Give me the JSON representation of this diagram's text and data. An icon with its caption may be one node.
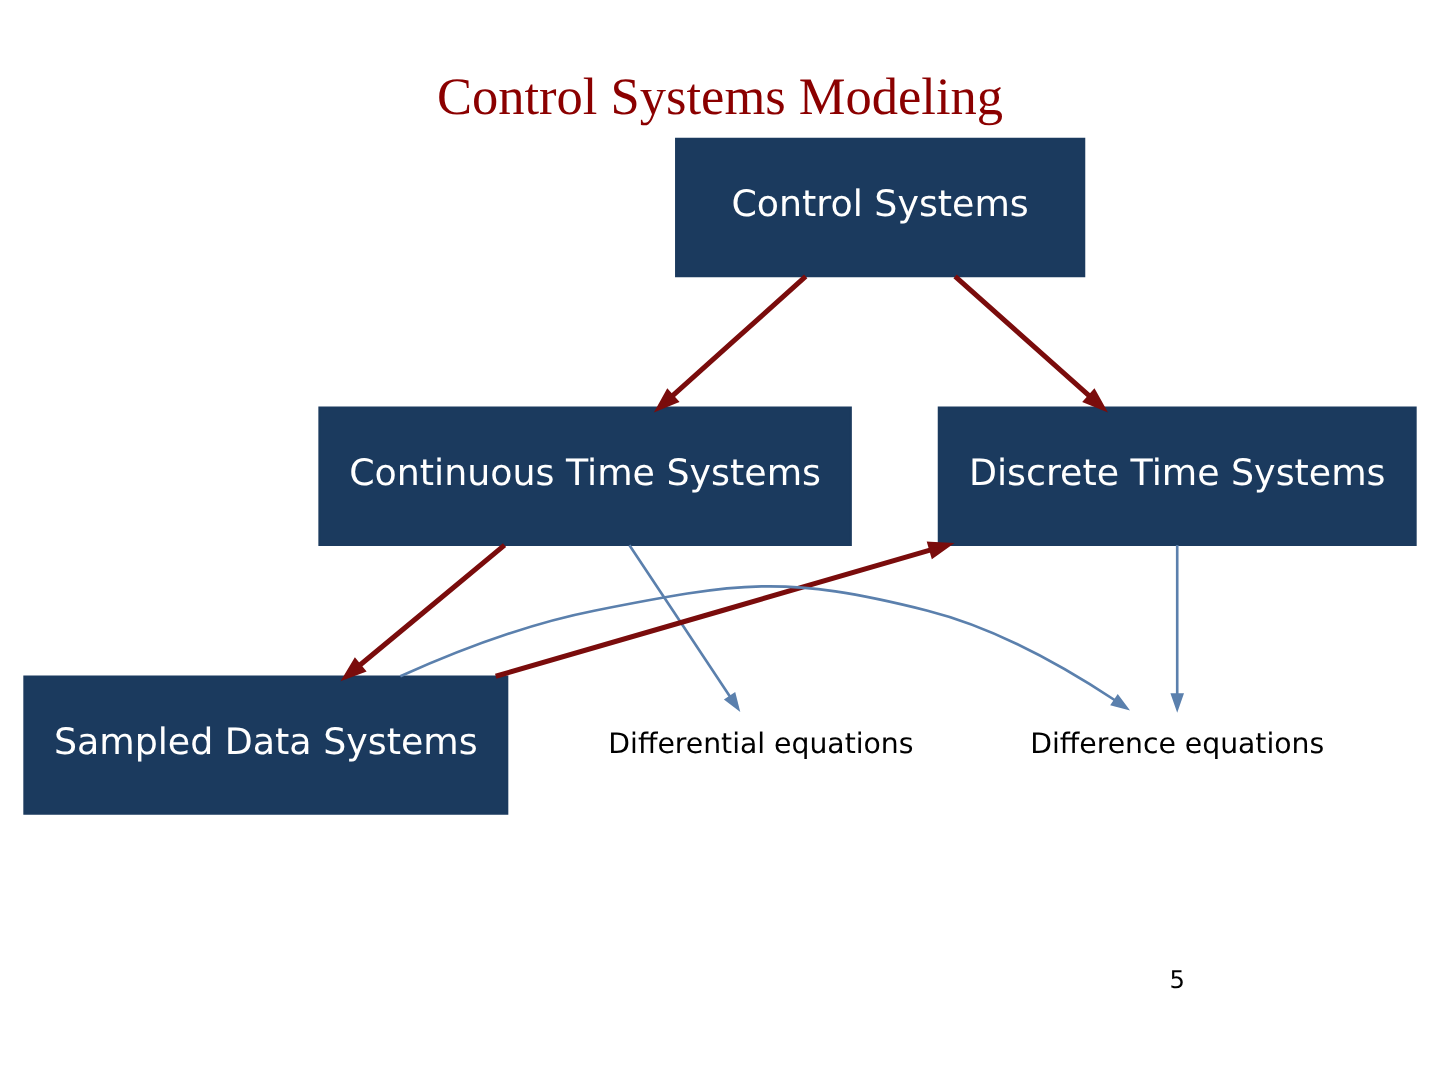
{
  "diagram": {
    "title": "Control Systems Modeling",
    "nodes": [
      {
        "text": [
          "Control Systems"
        ]
      },
      {
        "text": [
          "Continuous Time Systems"
        ]
      },
      {
        "text": [
          "Discrete Time Systems"
        ]
      },
      {
        "text": [
          "Sampled Data Systems"
        ]
      },
      {
        "text": [
          "Differential equations"
        ]
      },
      {
        "text": [
          "Difference equations"
        ]
      }
    ],
    "edges": [
      {
        "from": 0,
        "to": 1,
        "arrow": "to"
      },
      {
        "from": 0,
        "to": 2,
        "arrow": "to"
      },
      {
        "from": 1,
        "to": 3,
        "arrow": "to"
      },
      {
        "from": 3,
        "to": 2,
        "arrow": "to"
      },
      {
        "from": 1,
        "to": 4,
        "arrow": "to",
        "color": "#5b80ad"
      },
      {
        "from": 2,
        "to": 5,
        "arrow": "to",
        "color": "#5b80ad"
      },
      {
        "from": 3,
        "to": 5,
        "arrow": "to",
        "color": "#5b80ad"
      }
    ],
    "labels": [
      "5"
    ]
  }
}
